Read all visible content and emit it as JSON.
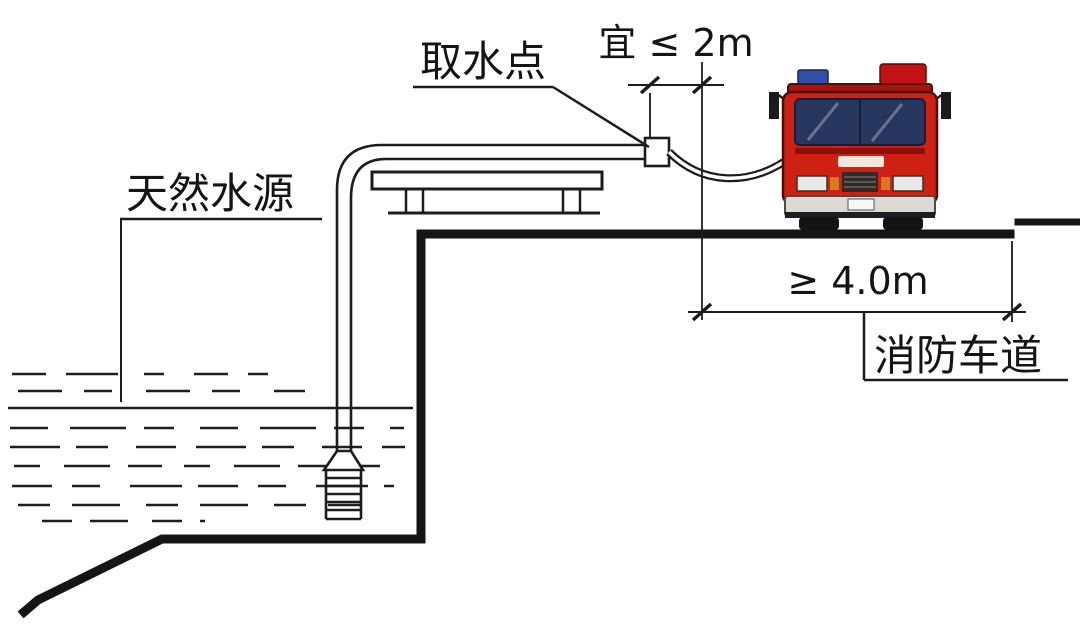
{
  "diagram": {
    "labels": {
      "intake_point": "取水点",
      "clearance_dim": "宜 ≤ 2m",
      "natural_water_source": "天然水源",
      "lane_width_dim": "≥ 4.0m",
      "fire_lane": "消防车道"
    },
    "colors": {
      "line": "#1a1a1a",
      "truck_red": "#cf2014",
      "windshield_blue": "#26365f",
      "background": "#ffffff"
    }
  }
}
